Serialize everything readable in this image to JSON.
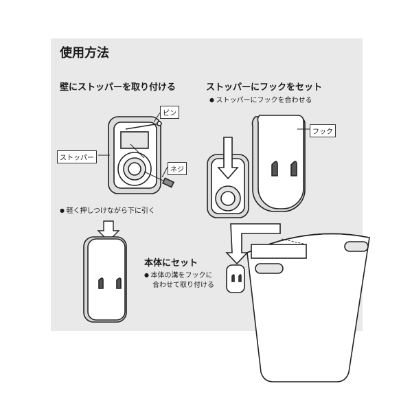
{
  "title": "使用方法",
  "step1": {
    "heading": "壁にストッパーを取り付ける",
    "labels": {
      "pin": "ピン",
      "stopper": "ストッパー",
      "screw": "ネジ"
    },
    "note": "軽く押しつけながら下に引く"
  },
  "step2": {
    "heading": "ストッパーにフックをセット",
    "note": "ストッパーにフックを合わせる",
    "labels": {
      "hook": "フック"
    }
  },
  "step3": {
    "heading": "本体にセット",
    "note_line1": "本体の溝をフックに",
    "note_line2": "合わせて取り付ける"
  },
  "colors": {
    "panel": "#e9e9e9",
    "ink": "#1a1a1a",
    "part_fill": "#ffffff",
    "shade": "#cfcfcf"
  }
}
